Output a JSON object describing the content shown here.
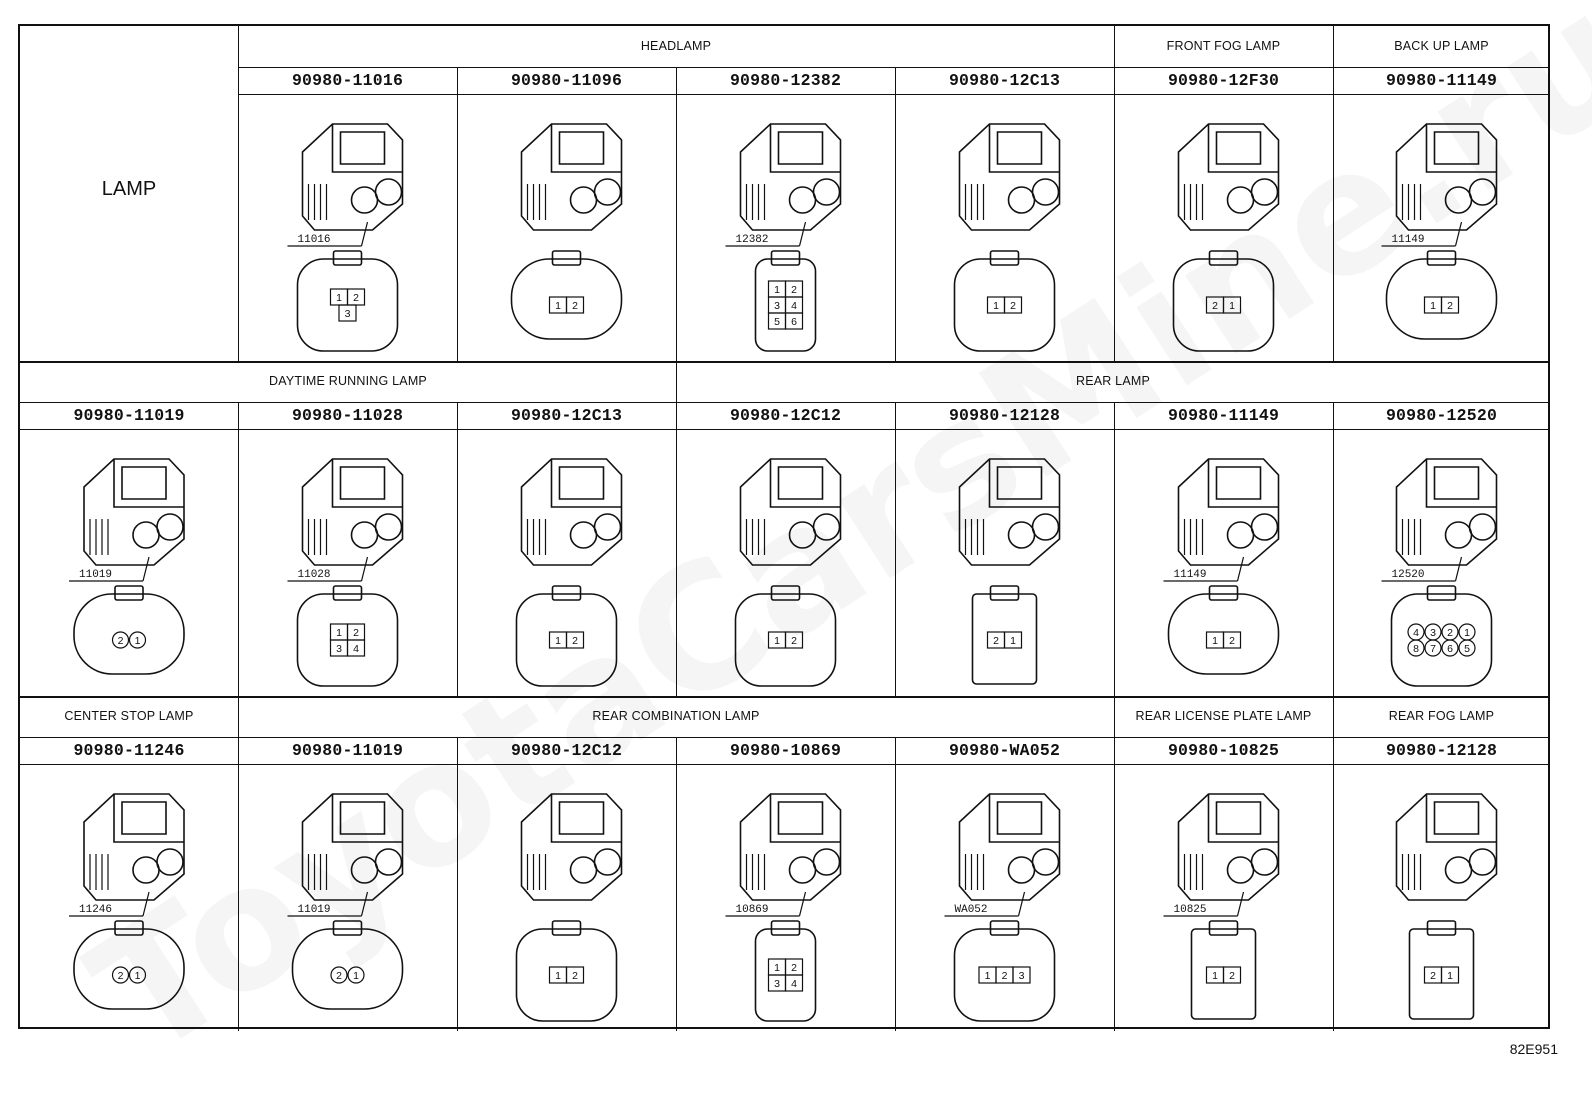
{
  "corner_label": "LAMP",
  "figure_code": "82E951",
  "watermark": "ToyotaCarsMine.ru",
  "rows": [
    {
      "groups": [
        {
          "label": "HEADLAMP",
          "start": 1,
          "span": 4
        },
        {
          "label": "FRONT FOG LAMP",
          "start": 5,
          "span": 1
        },
        {
          "label": "BACK UP LAMP",
          "start": 6,
          "span": 1
        }
      ],
      "cells": [
        {
          "col": 1,
          "part": "90980-11016",
          "callout": "11016",
          "pins": [
            "1",
            "2",
            "3"
          ],
          "kind": "tri"
        },
        {
          "col": 2,
          "part": "90980-11096",
          "callout": "",
          "pins": [
            "1",
            "2"
          ],
          "kind": "oval"
        },
        {
          "col": 3,
          "part": "90980-12382",
          "callout": "12382",
          "pins": [
            "1",
            "2",
            "3",
            "4",
            "5",
            "6"
          ],
          "kind": "six"
        },
        {
          "col": 4,
          "part": "90980-12C13",
          "callout": "",
          "pins": [
            "1",
            "2"
          ],
          "kind": "box2"
        },
        {
          "col": 5,
          "part": "90980-12F30",
          "callout": "",
          "pins": [
            "2",
            "1"
          ],
          "kind": "small2"
        },
        {
          "col": 6,
          "part": "90980-11149",
          "callout": "11149",
          "pins": [
            "1",
            "2"
          ],
          "kind": "round2"
        }
      ]
    },
    {
      "groups": [
        {
          "label": "DAYTIME RUNNING LAMP",
          "start": 0,
          "span": 3
        },
        {
          "label": "REAR LAMP",
          "start": 3,
          "span": 4
        }
      ],
      "cells": [
        {
          "col": 0,
          "part": "90980-11019",
          "callout": "11019",
          "pins": [
            "2",
            "1"
          ],
          "kind": "circ2"
        },
        {
          "col": 1,
          "part": "90980-11028",
          "callout": "11028",
          "pins": [
            "1",
            "2",
            "3",
            "4"
          ],
          "kind": "quad"
        },
        {
          "col": 2,
          "part": "90980-12C13",
          "callout": "",
          "pins": [
            "1",
            "2"
          ],
          "kind": "box2"
        },
        {
          "col": 3,
          "part": "90980-12C12",
          "callout": "",
          "pins": [
            "1",
            "2"
          ],
          "kind": "box2"
        },
        {
          "col": 4,
          "part": "90980-12128",
          "callout": "",
          "pins": [
            "2",
            "1"
          ],
          "kind": "tall2"
        },
        {
          "col": 5,
          "part": "90980-11149",
          "callout": "11149",
          "pins": [
            "1",
            "2"
          ],
          "kind": "round2"
        },
        {
          "col": 6,
          "part": "90980-12520",
          "callout": "12520",
          "pins": [
            "4",
            "3",
            "2",
            "1",
            "8",
            "7",
            "6",
            "5"
          ],
          "kind": "eight"
        }
      ]
    },
    {
      "groups": [
        {
          "label": "CENTER STOP LAMP",
          "start": 0,
          "span": 1
        },
        {
          "label": "REAR COMBINATION LAMP",
          "start": 1,
          "span": 4
        },
        {
          "label": "REAR LICENSE PLATE LAMP",
          "start": 5,
          "span": 1
        },
        {
          "label": "REAR FOG LAMP",
          "start": 6,
          "span": 1
        }
      ],
      "cells": [
        {
          "col": 0,
          "part": "90980-11246",
          "callout": "11246",
          "pins": [
            "2",
            "1"
          ],
          "kind": "side2"
        },
        {
          "col": 1,
          "part": "90980-11019",
          "callout": "11019",
          "pins": [
            "2",
            "1"
          ],
          "kind": "circ2"
        },
        {
          "col": 2,
          "part": "90980-12C12",
          "callout": "",
          "pins": [
            "1",
            "2"
          ],
          "kind": "box2"
        },
        {
          "col": 3,
          "part": "90980-10869",
          "callout": "10869",
          "pins": [
            "1",
            "2",
            "3",
            "4"
          ],
          "kind": "quad2"
        },
        {
          "col": 4,
          "part": "90980-WA052",
          "callout": "WA052",
          "pins": [
            "1",
            "2",
            "3"
          ],
          "kind": "three"
        },
        {
          "col": 5,
          "part": "90980-10825",
          "callout": "10825",
          "pins": [
            "1",
            "2"
          ],
          "kind": "plug2"
        },
        {
          "col": 6,
          "part": "90980-12128",
          "callout": "",
          "pins": [
            "2",
            "1"
          ],
          "kind": "tall2"
        }
      ]
    }
  ]
}
